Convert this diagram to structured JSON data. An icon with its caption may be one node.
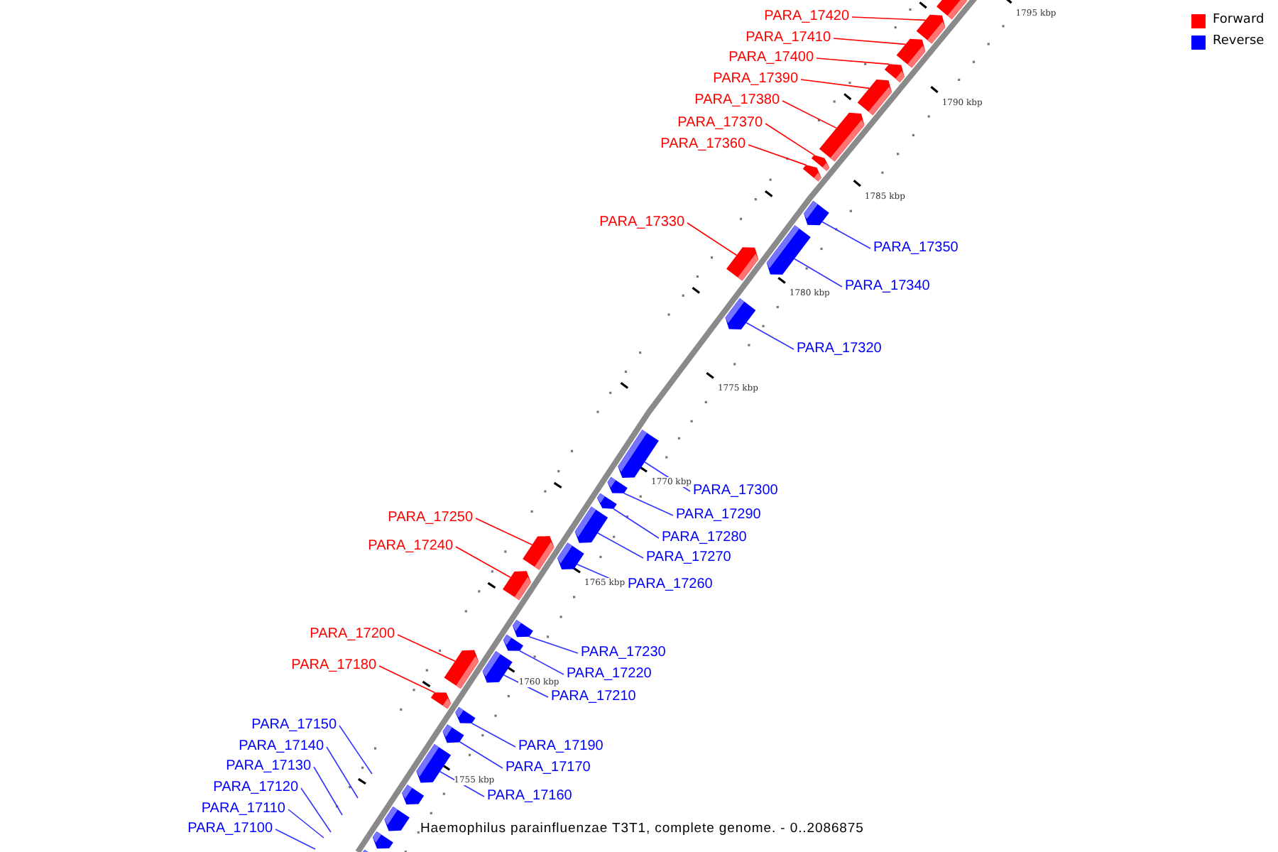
{
  "diagram": {
    "caption": "Haemophilus parainfluenzae T3T1, complete genome. - 0..2086875",
    "nodes": [
      {
        "text": [],
        "shape": "box"
      },
      {
        "text": [
          "PARA_17420"
        ]
      },
      {
        "text": [],
        "shape": "box"
      },
      {
        "text": [
          "PARA_17410"
        ]
      },
      {
        "text": [],
        "shape": "box"
      },
      {
        "text": [
          "PARA_17400"
        ]
      },
      {
        "text": [],
        "shape": "box"
      },
      {
        "text": [
          "PARA_17390"
        ]
      },
      {
        "text": [],
        "shape": "box"
      },
      {
        "text": [
          "PARA_17380"
        ]
      },
      {
        "text": [],
        "shape": "box"
      },
      {
        "text": [
          "PARA_17370"
        ]
      },
      {
        "text": [],
        "shape": "box"
      },
      {
        "text": [
          "PARA_17360"
        ]
      },
      {
        "text": [],
        "shape": "box"
      },
      {
        "text": [
          "PARA_17330"
        ]
      },
      {
        "text": [],
        "shape": "box"
      },
      {
        "text": [
          "PARA_17350"
        ]
      },
      {
        "text": [],
        "shape": "box"
      },
      {
        "text": [
          "PARA_17340"
        ]
      },
      {
        "text": [],
        "shape": "box"
      },
      {
        "text": [
          "PARA_17320"
        ]
      },
      {
        "text": [],
        "shape": "box"
      },
      {
        "text": [
          "PARA_17300"
        ]
      },
      {
        "text": [],
        "shape": "box"
      },
      {
        "text": [
          "PARA_17290"
        ]
      },
      {
        "text": [],
        "shape": "box"
      },
      {
        "text": [
          "PARA_17280"
        ]
      },
      {
        "text": [],
        "shape": "box"
      },
      {
        "text": [
          "PARA_17270"
        ]
      },
      {
        "text": [],
        "shape": "box"
      },
      {
        "text": [
          "PARA_17260"
        ]
      },
      {
        "text": [],
        "shape": "box"
      },
      {
        "text": [
          "PARA_17250"
        ]
      },
      {
        "text": [],
        "shape": "box"
      },
      {
        "text": [
          "PARA_17240"
        ]
      },
      {
        "text": [],
        "shape": "box"
      },
      {
        "text": [
          "PARA_17200"
        ]
      },
      {
        "text": [],
        "shape": "box"
      },
      {
        "text": [
          "PARA_17230"
        ]
      },
      {
        "text": [],
        "shape": "box"
      },
      {
        "text": [
          "PARA_17220"
        ]
      },
      {
        "text": [],
        "shape": "box"
      },
      {
        "text": [
          "PARA_17210"
        ]
      },
      {
        "text": [],
        "shape": "box"
      },
      {
        "text": [
          "PARA_17180"
        ]
      },
      {
        "text": [],
        "shape": "box"
      },
      {
        "text": [
          "PARA_17190"
        ]
      },
      {
        "text": [],
        "shape": "box"
      },
      {
        "text": [
          "PARA_17150"
        ]
      },
      {
        "text": [
          "PARA_17170"
        ]
      },
      {
        "text": [],
        "shape": "box"
      },
      {
        "text": [
          "PARA_17140"
        ]
      },
      {
        "text": [
          "PARA_17130"
        ]
      },
      {
        "text": [
          "PARA_17160"
        ]
      },
      {
        "text": [],
        "shape": "box"
      },
      {
        "text": [
          "PARA_17120"
        ]
      },
      {
        "text": [
          "PARA_17110"
        ]
      },
      {
        "text": [
          "PARA_17100"
        ]
      },
      {
        "text": [],
        "shape": "box"
      },
      {
        "text": [],
        "shape": "box"
      },
      {
        "text": [],
        "shape": "box"
      },
      {
        "text": [],
        "shape": "box"
      }
    ],
    "edges": [
      {
        "from": 1,
        "to": 2,
        "arrow": "none",
        "color": "#ff0000"
      },
      {
        "from": 3,
        "to": 4,
        "arrow": "none",
        "color": "#ff0000"
      },
      {
        "from": 5,
        "to": 6,
        "arrow": "none",
        "color": "#ff0000"
      },
      {
        "from": 7,
        "to": 8,
        "arrow": "none",
        "color": "#ff0000"
      },
      {
        "from": 9,
        "to": 10,
        "arrow": "none",
        "color": "#ff0000"
      },
      {
        "from": 11,
        "to": 12,
        "arrow": "none",
        "color": "#ff0000"
      },
      {
        "from": 13,
        "to": 14,
        "arrow": "none",
        "color": "#ff0000"
      },
      {
        "from": 15,
        "to": 16,
        "arrow": "none",
        "color": "#ff0000"
      },
      {
        "from": 17,
        "to": 18,
        "arrow": "none"
      },
      {
        "from": 19,
        "to": 20,
        "arrow": "none"
      },
      {
        "from": 21,
        "to": 22,
        "arrow": "none"
      },
      {
        "from": 23,
        "to": 24,
        "arrow": "none"
      },
      {
        "from": 25,
        "to": 26,
        "arrow": "none"
      },
      {
        "from": 27,
        "to": 28,
        "arrow": "none"
      },
      {
        "from": 29,
        "to": 30,
        "arrow": "none"
      },
      {
        "from": 31,
        "to": 32,
        "arrow": "none"
      },
      {
        "from": 33,
        "to": 34,
        "arrow": "none",
        "color": "#ff0000"
      },
      {
        "from": 35,
        "to": 36,
        "arrow": "none",
        "color": "#ff0000"
      },
      {
        "from": 37,
        "to": 38,
        "arrow": "none",
        "color": "#ff0000"
      },
      {
        "from": 39,
        "to": 40,
        "arrow": "none"
      },
      {
        "from": 41,
        "to": 42,
        "arrow": "none"
      },
      {
        "from": 43,
        "to": 44,
        "arrow": "none"
      },
      {
        "from": 45,
        "to": 46,
        "arrow": "none",
        "color": "#ff0000"
      },
      {
        "from": 47,
        "to": 48,
        "arrow": "none"
      },
      {
        "from": 49,
        "to": null,
        "arrow": "none"
      },
      {
        "from": 50,
        "to": 51,
        "arrow": "none"
      },
      {
        "from": 52,
        "to": null,
        "arrow": "none"
      },
      {
        "from": 53,
        "to": null,
        "arrow": "none"
      },
      {
        "from": 54,
        "to": 55,
        "arrow": "none"
      },
      {
        "from": 56,
        "to": null,
        "arrow": "none"
      },
      {
        "from": 57,
        "to": null,
        "arrow": "none"
      },
      {
        "from": 58,
        "to": null,
        "arrow": "none"
      }
    ],
    "labels": [
      "1795 kbp",
      "1790 kbp",
      "1785 kbp",
      "1780 kbp",
      "1775 kbp",
      "1770 kbp",
      "1765 kbp",
      "1760 kbp",
      "1755 kbp"
    ],
    "legend": [
      {
        "text": "Forward",
        "color": "#ff0000"
      },
      {
        "text": "Reverse",
        "color": "#0000ff"
      }
    ]
  }
}
